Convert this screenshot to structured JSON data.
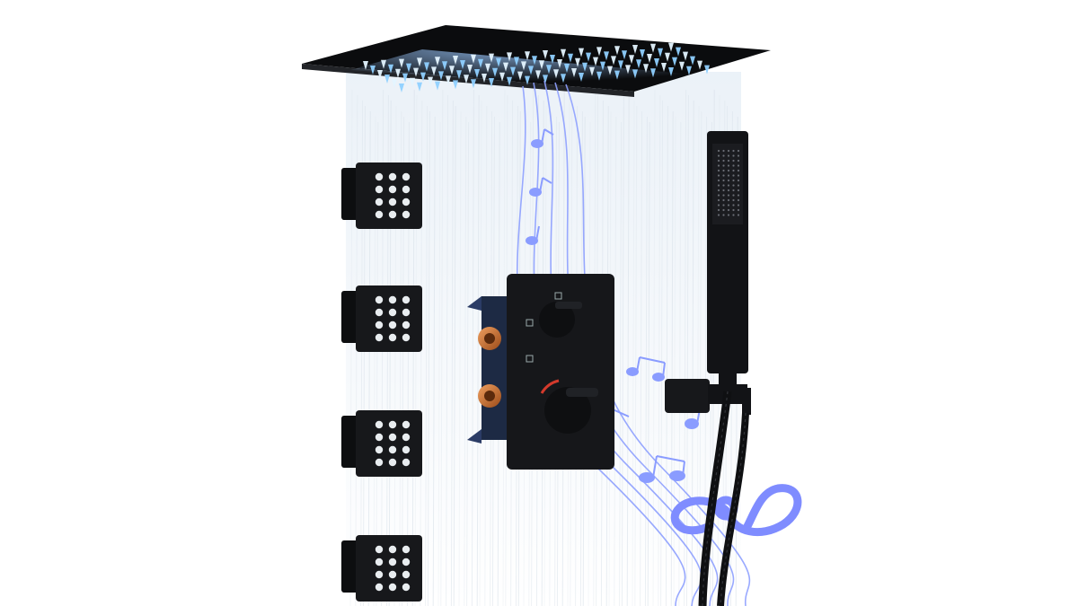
{
  "scene": {
    "background": "#ffffff",
    "metal_color": "#111214",
    "led_color": "#6fb3ff",
    "music_color": "#7f8cff",
    "body_jet_count": 4,
    "body_jet_nozzle_grid": [
      3,
      4
    ]
  }
}
